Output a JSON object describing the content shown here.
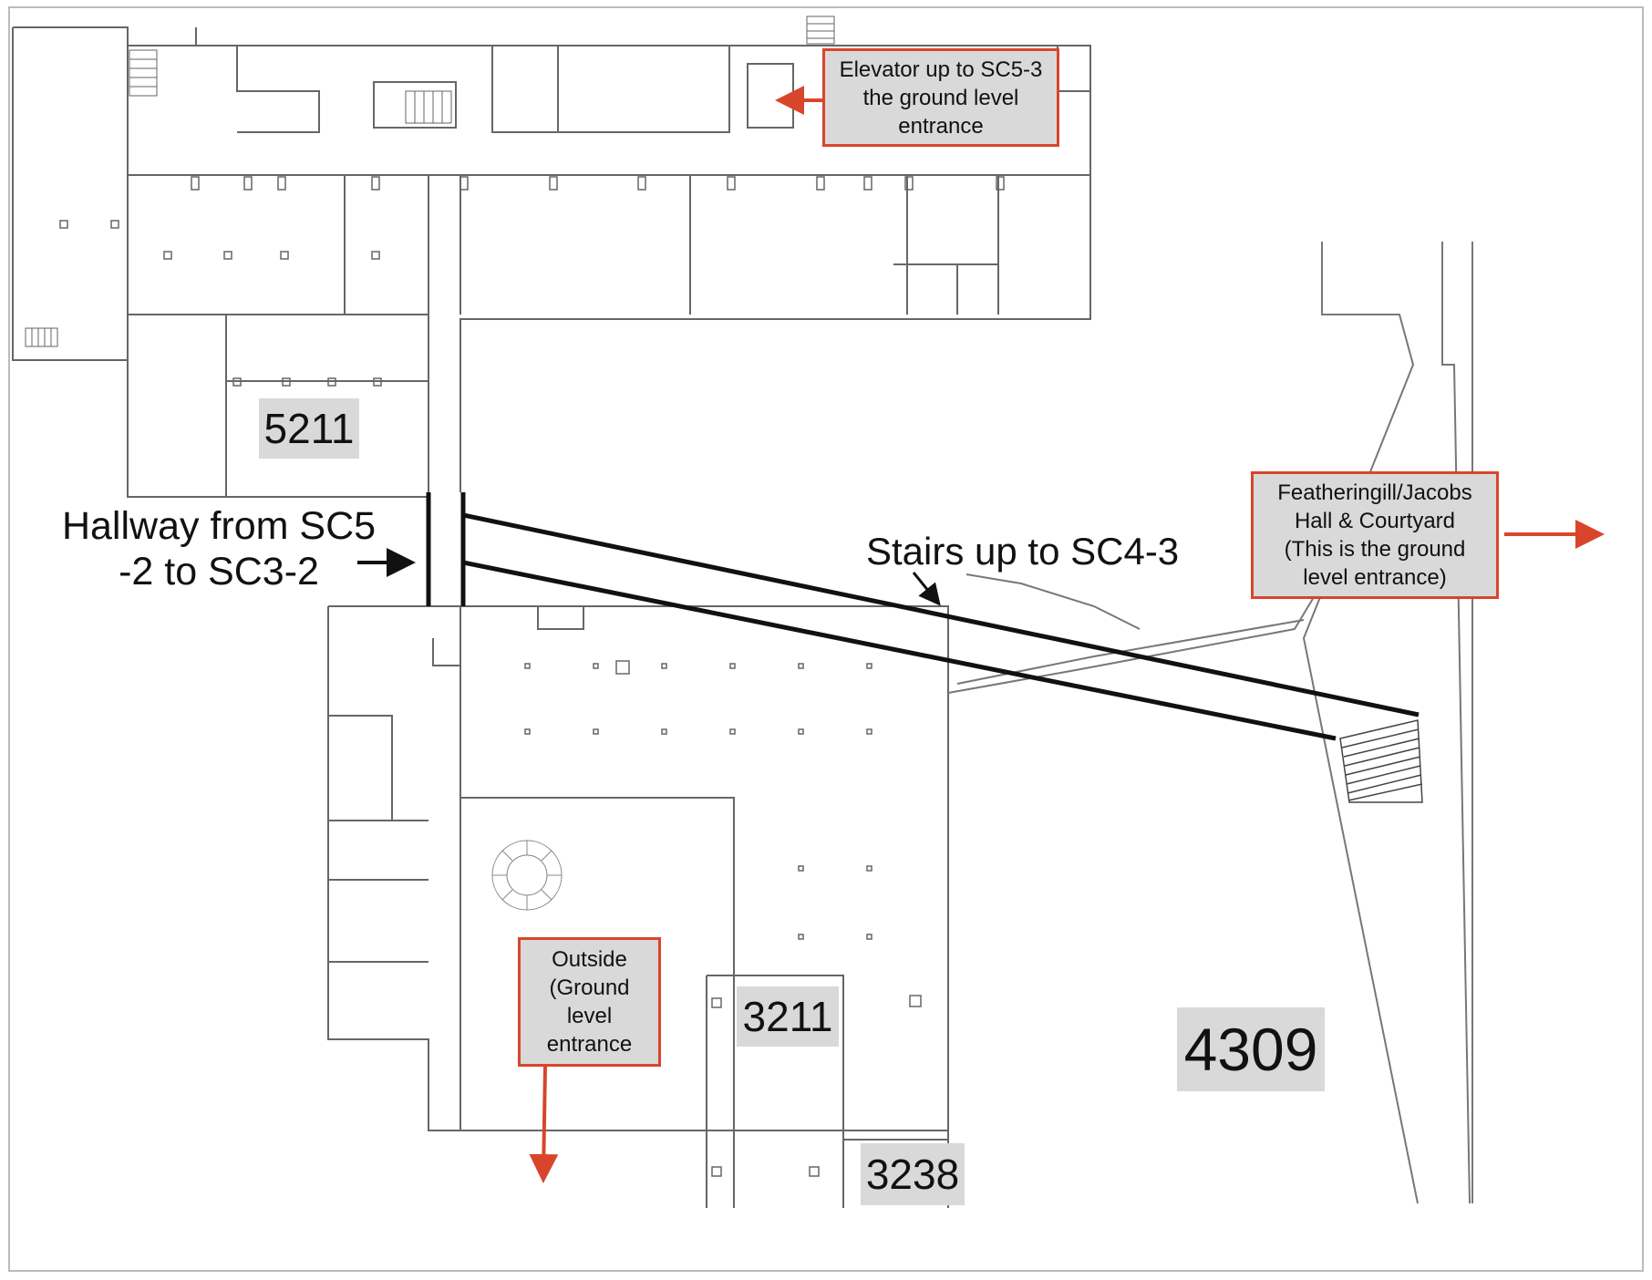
{
  "callouts": {
    "elevator": "Elevator up to SC5-3\nthe ground level\nentrance",
    "featheringill": "Featheringill/Jacobs\nHall & Courtyard\n(This is the ground\nlevel entrance)",
    "outside": "Outside\n(Ground\nlevel\nentrance"
  },
  "labels": {
    "hallway": "Hallway from SC5\n-2 to SC3-2",
    "stairs": "Stairs up to SC4-3"
  },
  "rooms": {
    "r5211": "5211",
    "r3211": "3211",
    "r4309": "4309",
    "r3238": "3238"
  },
  "colors": {
    "arrow": "#d9452b",
    "highlight_fill": "#d9d9d9",
    "line": "#111111",
    "wall": "#555555"
  }
}
